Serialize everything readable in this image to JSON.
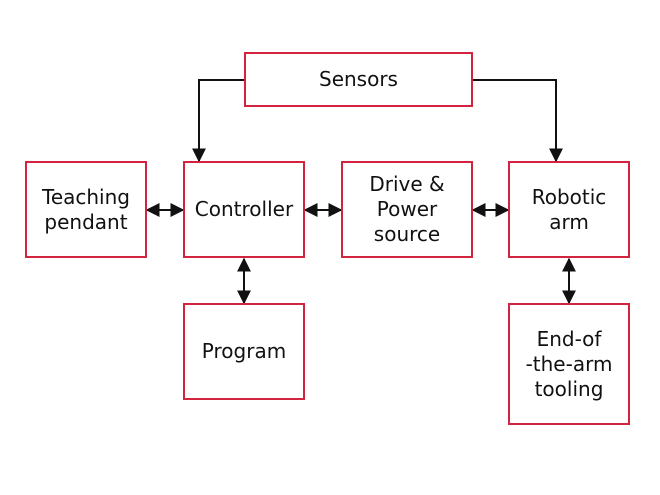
{
  "diagram": {
    "title": "",
    "colors": {
      "box_border": "#d4233f",
      "arrow": "#111111",
      "text": "#111111",
      "background": "#ffffff"
    },
    "nodes": {
      "sensors": "Sensors",
      "teaching_pendant": "Teaching\npendant",
      "controller": "Controller",
      "drive_power": "Drive &\nPower\nsource",
      "robotic_arm": "Robotic\narm",
      "program": "Program",
      "end_of_arm": "End-of\n-the-arm\ntooling"
    },
    "connections": [
      {
        "from": "sensors",
        "to": "controller",
        "direction": "one-way"
      },
      {
        "from": "sensors",
        "to": "robotic_arm",
        "direction": "one-way"
      },
      {
        "from": "teaching_pendant",
        "to": "controller",
        "direction": "two-way"
      },
      {
        "from": "controller",
        "to": "drive_power",
        "direction": "two-way"
      },
      {
        "from": "drive_power",
        "to": "robotic_arm",
        "direction": "two-way"
      },
      {
        "from": "controller",
        "to": "program",
        "direction": "two-way"
      },
      {
        "from": "robotic_arm",
        "to": "end_of_arm",
        "direction": "two-way"
      }
    ]
  }
}
